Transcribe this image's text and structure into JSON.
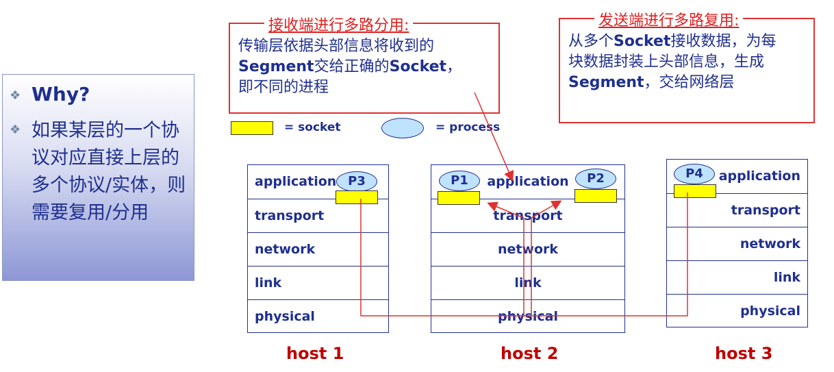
{
  "why_box": {
    "title": "Why?",
    "text": "如果某层的一个协议对应直接上层的多个协议/实体，则需要复用/分用"
  },
  "demux_callout": {
    "title": "接收端进行多路分用:",
    "line1": "传输层依据头部信息将收到的",
    "line2_b1": "Segment",
    "line2_t1": "交给正确的",
    "line2_b2": "Socket",
    "line2_t2": "，",
    "line3": "即不同的进程"
  },
  "mux_callout": {
    "title": "发送端进行多路复用:",
    "line1_t1": "从多个",
    "line1_b1": "Socket",
    "line1_t2": "接收数据，为每",
    "line2": "块数据封装上头部信息，生成",
    "line3_b1": "Segment",
    "line3_t1": "，交给网络层"
  },
  "legend": {
    "socket": "= socket",
    "process": "= process"
  },
  "hosts": [
    {
      "label": "host 1",
      "layers": [
        "application",
        "transport",
        "network",
        "link",
        "physical"
      ],
      "process": "P3"
    },
    {
      "label": "host 2",
      "layers": [
        "application",
        "transport",
        "network",
        "link",
        "physical"
      ],
      "processes": [
        "P1",
        "P2"
      ]
    },
    {
      "label": "host 3",
      "layers": [
        "application",
        "transport",
        "network",
        "link",
        "physical"
      ],
      "process": "P4"
    }
  ],
  "colors": {
    "accent_red": "#e03030",
    "text_blue": "#1f2f8f",
    "socket_yellow": "#ffff00",
    "process_blue": "#bfe3ff"
  }
}
